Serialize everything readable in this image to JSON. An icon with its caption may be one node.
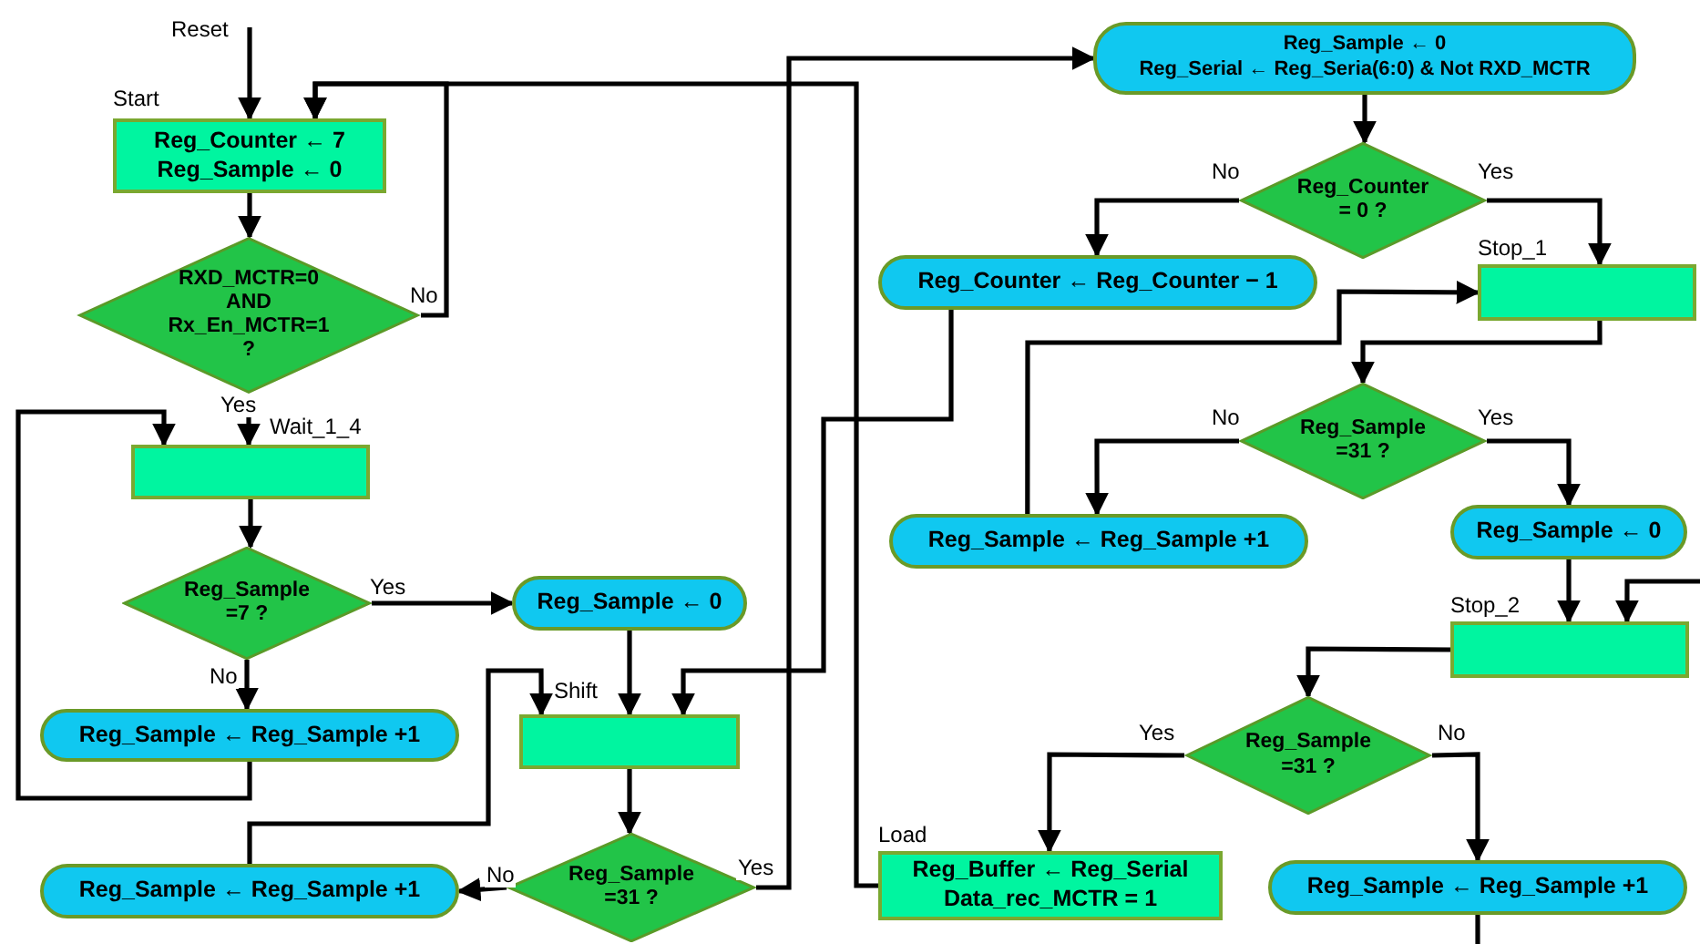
{
  "diagram": {
    "nodes": [
      {
        "text": [
          "Reg_Counter ← 7",
          "Reg_Sample ← 0"
        ],
        "beside": [
          "Start"
        ]
      },
      {
        "text": [
          "RXD_MCTR=0 AND Rx_En_MCTR=1 ?"
        ]
      },
      {
        "text": [],
        "shape": "box",
        "beside": [
          "Wait_1_4"
        ]
      },
      {
        "text": [
          "Reg_Sample =7 ?"
        ]
      },
      {
        "text": [
          "Reg_Sample ← 0"
        ]
      },
      {
        "text": [
          "Reg_Sample ← Reg_Sample +1"
        ]
      },
      {
        "text": [],
        "shape": "box",
        "beside": [
          "Shift"
        ]
      },
      {
        "text": [
          "Reg_Sample =31 ?"
        ]
      },
      {
        "text": [
          "Reg_Sample ← Reg_Sample +1"
        ]
      },
      {
        "text": [
          "Reg_Sample ← 0",
          "Reg_Serial ← Reg_Seria(6:0) & Not RXD_MCTR"
        ]
      },
      {
        "text": [
          "Reg_Counter = 0 ?"
        ]
      },
      {
        "text": [
          "Reg_Counter ← Reg_Counter − 1"
        ]
      },
      {
        "text": [],
        "shape": "box",
        "beside": [
          "Stop_1"
        ]
      },
      {
        "text": [
          "Reg_Sample =31 ?"
        ]
      },
      {
        "text": [
          "Reg_Sample ← Reg_Sample +1"
        ]
      },
      {
        "text": [
          "Reg_Sample ← 0"
        ]
      },
      {
        "text": [],
        "shape": "box",
        "beside": [
          "Stop_2"
        ]
      },
      {
        "text": [
          "Reg_Sample =31 ?"
        ]
      },
      {
        "text": [
          "Reg_Buffer ← Reg_Serial",
          "Data_rec_MCTR = 1"
        ],
        "beside": [
          "Load"
        ]
      },
      {
        "text": [
          "Reg_Sample ← Reg_Sample +1"
        ]
      }
    ],
    "edges": [
      {
        "from": null,
        "to": 0,
        "arrow": "to",
        "label": "Reset"
      },
      {
        "from": 0,
        "to": 1,
        "arrow": "to"
      },
      {
        "from": 1,
        "to": 0,
        "arrow": "to",
        "label": "No"
      },
      {
        "from": 18,
        "to": 0,
        "arrow": "to"
      },
      {
        "from": 1,
        "to": 2,
        "arrow": "to",
        "label": "Yes"
      },
      {
        "from": 2,
        "to": 3,
        "arrow": "to"
      },
      {
        "from": 3,
        "to": 4,
        "arrow": "to",
        "label": "Yes"
      },
      {
        "from": 3,
        "to": 5,
        "arrow": "to",
        "label": "No"
      },
      {
        "from": 5,
        "to": 2,
        "arrow": "to"
      },
      {
        "from": 4,
        "to": 6,
        "arrow": "to"
      },
      {
        "from": 11,
        "to": 6,
        "arrow": "to"
      },
      {
        "from": 8,
        "to": 6,
        "arrow": "to"
      },
      {
        "from": 6,
        "to": 7,
        "arrow": "to"
      },
      {
        "from": 7,
        "to": 8,
        "arrow": "to",
        "label": "No"
      },
      {
        "from": 7,
        "to": 9,
        "arrow": "to",
        "label": "Yes"
      },
      {
        "from": 9,
        "to": 10,
        "arrow": "to"
      },
      {
        "from": 10,
        "to": 11,
        "arrow": "to",
        "label": "No"
      },
      {
        "from": 10,
        "to": 12,
        "arrow": "to",
        "label": "Yes"
      },
      {
        "from": 12,
        "to": 13,
        "arrow": "to"
      },
      {
        "from": 14,
        "to": 12,
        "arrow": "to"
      },
      {
        "from": 13,
        "to": 14,
        "arrow": "to",
        "label": "No"
      },
      {
        "from": 13,
        "to": 15,
        "arrow": "to",
        "label": "Yes"
      },
      {
        "from": 15,
        "to": 16,
        "arrow": "to"
      },
      {
        "from": null,
        "to": 16,
        "arrow": "to"
      },
      {
        "from": 16,
        "to": 17,
        "arrow": "to"
      },
      {
        "from": 17,
        "to": 18,
        "arrow": "to",
        "label": "Yes"
      },
      {
        "from": 17,
        "to": 19,
        "arrow": "to",
        "label": "No"
      },
      {
        "from": 19,
        "to": null,
        "arrow": "none"
      }
    ]
  }
}
